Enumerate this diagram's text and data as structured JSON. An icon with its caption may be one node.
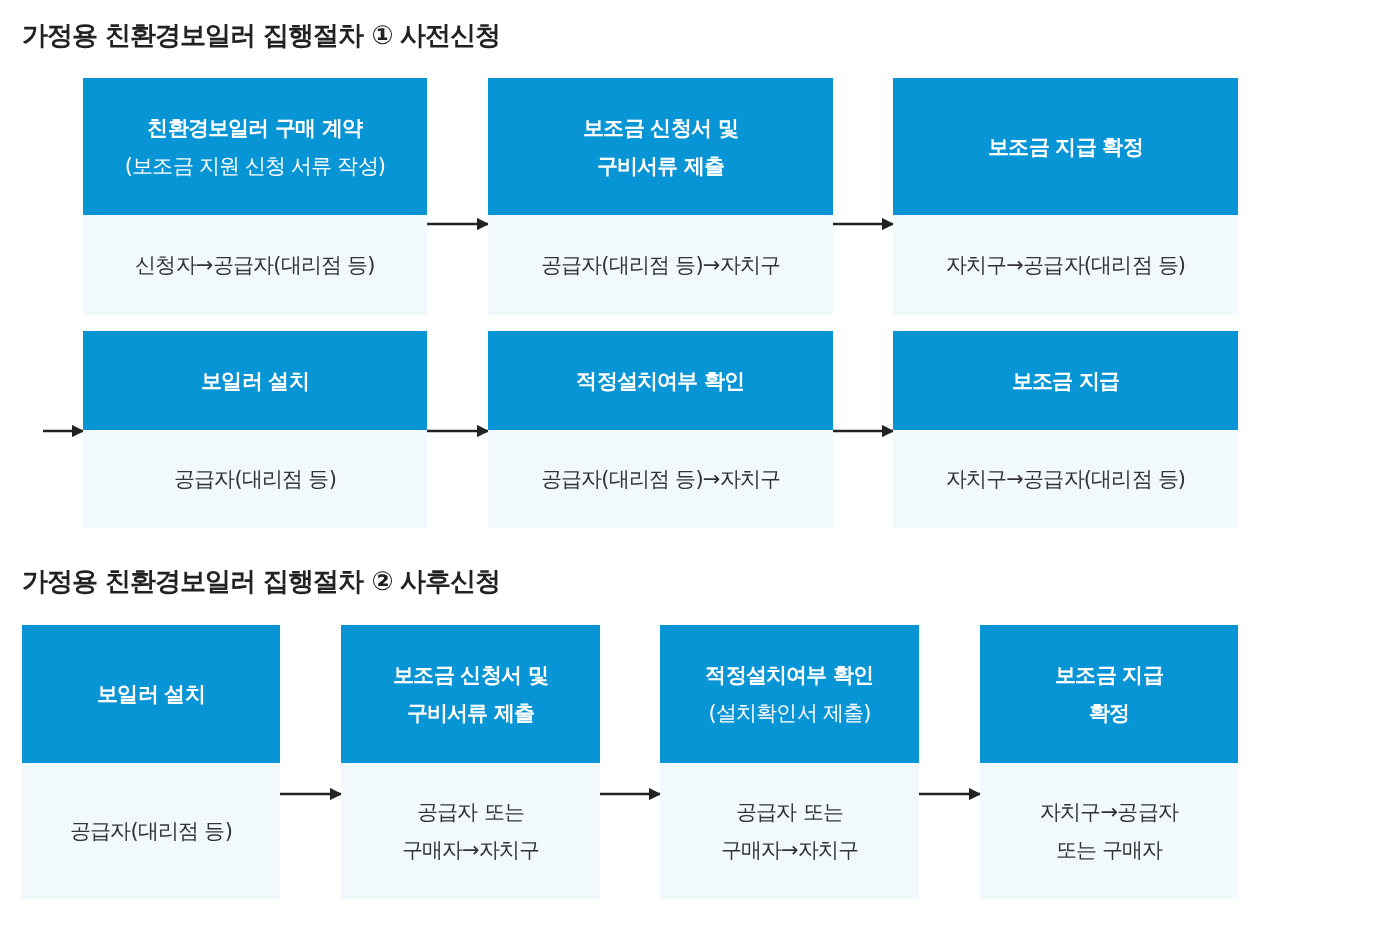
{
  "diagram": {
    "title": "가정용 친환경보일러 집행절차 ① 사전신청",
    "nodes": [
      {
        "text": [
          "친환경보일러 구매 계약",
          "(보조금 지원 신청 서류 작성)",
          "신청자→공급자(대리점 등)"
        ]
      },
      {
        "text": [
          "보조금 신청서 및 구비서류 제출",
          "공급자(대리점 등)→자치구"
        ]
      },
      {
        "text": [
          "보조금 지급 확정",
          "자치구→공급자(대리점 등)"
        ]
      },
      {
        "text": [
          "보일러 설치",
          "공급자(대리점 등)"
        ]
      },
      {
        "text": [
          "적정설치여부 확인",
          "공급자(대리점 등)→자치구"
        ]
      },
      {
        "text": [
          "보조금 지급",
          "자치구→공급자(대리점 등)"
        ]
      },
      {
        "text": [
          "보일러 설치",
          "공급자(대리점 등)"
        ]
      },
      {
        "text": [
          "보조금 신청서 및 구비서류 제출",
          "공급자 또는 구매자→자치구"
        ]
      },
      {
        "text": [
          "적정설치여부 확인",
          "(설치확인서 제출)",
          "공급자 또는 구매자→자치구"
        ]
      },
      {
        "text": [
          "보조금 지급 확정",
          "자치구→공급자 또는 구매자"
        ]
      }
    ],
    "edges": [
      {
        "from": 0,
        "to": 1,
        "arrow": "to"
      },
      {
        "from": 1,
        "to": 2,
        "arrow": "to"
      },
      {
        "from": null,
        "to": 3,
        "arrow": "to"
      },
      {
        "from": 3,
        "to": 4,
        "arrow": "to"
      },
      {
        "from": 4,
        "to": 5,
        "arrow": "to"
      },
      {
        "from": 6,
        "to": 7,
        "arrow": "to"
      },
      {
        "from": 7,
        "to": 8,
        "arrow": "to"
      },
      {
        "from": 8,
        "to": 9,
        "arrow": "to"
      }
    ],
    "labels": [
      "가정용 친환경보일러 집행절차 ② 사후신청"
    ]
  }
}
